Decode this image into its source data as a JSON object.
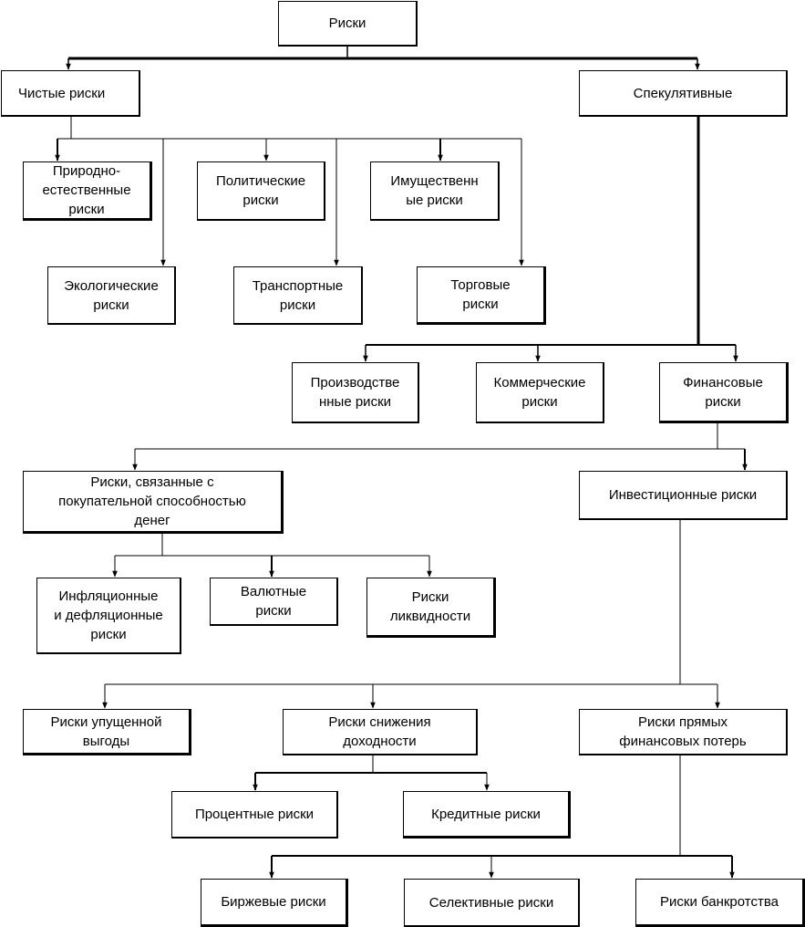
{
  "diagram": {
    "nodes": {
      "root": "Риски",
      "pure": "Чистые риски",
      "spec": "Спекулятивные",
      "natural": "Природно-\nестественные\nриски",
      "political": "Политические\nриски",
      "property": "Имущественн\nые риски",
      "ecological": "Экологические\nриски",
      "transport": "Транспортные\nриски",
      "trade": "Торговые\nриски",
      "production": "Производстве\nнные риски",
      "commercial": "Коммерческие\nриски",
      "financial": "Финансовые\nриски",
      "purchasing": "Риски, связанные с\nпокупательной способностью\nденег",
      "investment": "Инвестиционные риски",
      "inflation": "Инфляционные\nи дефляционные\nриски",
      "currency": "Валютные\nриски",
      "liquidity": "Риски\nликвидности",
      "lost_profit": "Риски упущенной\nвыгоды",
      "yield_decline": "Риски снижения\nдоходности",
      "direct_loss": "Риски прямых\nфинансовых потерь",
      "interest": "Процентные риски",
      "credit": "Кредитные риски",
      "exchange": "Биржевые риски",
      "selective": "Селективные риски",
      "bankruptcy": "Риски банкротства"
    }
  }
}
